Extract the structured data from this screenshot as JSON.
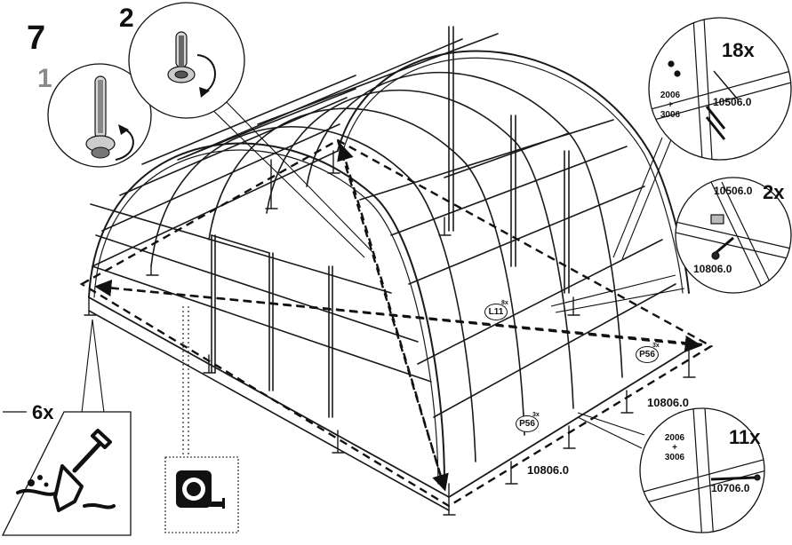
{
  "step": {
    "number": "7",
    "sub_a": "1",
    "sub_b": "2"
  },
  "callouts": {
    "anchors_count": "6x",
    "top_right_count": "18x",
    "middle_right_count": "2x",
    "bottom_right_count": "11x"
  },
  "part_codes": {
    "top_bolt": "10506.0",
    "middle_bar": "10506.0",
    "middle_bolt": "10806.0",
    "base_right": "10806.0",
    "base_front": "10806.0",
    "bottom_bolt": "10706.0"
  },
  "fastener_label": {
    "a": "2006",
    "plus": "+",
    "b": "3006"
  },
  "fastener_label_2": {
    "a": "2006",
    "plus": "+",
    "b": "3006"
  },
  "tags": [
    {
      "code": "L11",
      "qty": "8x"
    },
    {
      "code": "P56",
      "qty": "3x"
    },
    {
      "code": "P56",
      "qty": "3x"
    }
  ],
  "icons": [
    "shovel-icon",
    "tape-measure-icon",
    "nut-tighten-icon",
    "bolt-icon"
  ],
  "colors": {
    "line": "#1a1a1a",
    "muted": "#8a8a8a",
    "background": "#ffffff"
  }
}
